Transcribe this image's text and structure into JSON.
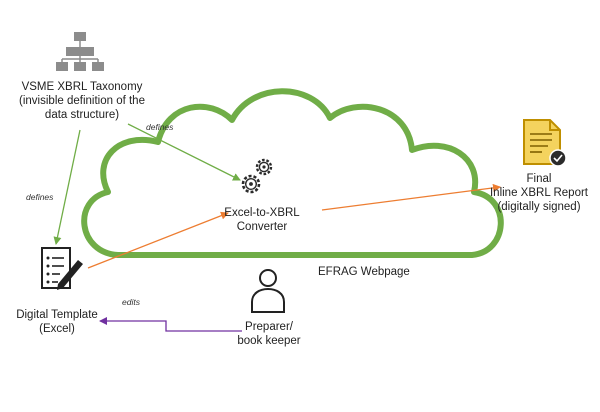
{
  "nodes": {
    "taxonomy": {
      "icon": "hierarchy-icon",
      "lines": [
        "VSME XBRL Taxonomy",
        "(invisible definition of the",
        "data structure)"
      ]
    },
    "converter": {
      "icon": "gears-icon",
      "lines": [
        "Excel-to-XBRL",
        "Converter"
      ]
    },
    "report": {
      "icon": "signed-document-icon",
      "lines": [
        "Final",
        "Inline XBRL Report",
        "(digitally signed)"
      ]
    },
    "template": {
      "icon": "checklist-pen-icon",
      "lines": [
        "Digital Template",
        "(Excel)"
      ]
    },
    "preparer": {
      "icon": "person-icon",
      "lines": [
        "Preparer/",
        "book keeper"
      ]
    },
    "webpage": {
      "icon": "cloud-icon",
      "label": "EFRAG Webpage"
    }
  },
  "edges": {
    "defines_converter": "defines",
    "defines_template": "defines",
    "edits": "edits"
  },
  "colors": {
    "cloud": "#70ad47",
    "green_arrow": "#70ad47",
    "orange_arrow": "#ed7d31",
    "purple_arrow": "#7030a0",
    "icon_gray": "#8c8c8c",
    "icon_dark": "#2b2b2b",
    "document_gold": "#bf8f00"
  }
}
